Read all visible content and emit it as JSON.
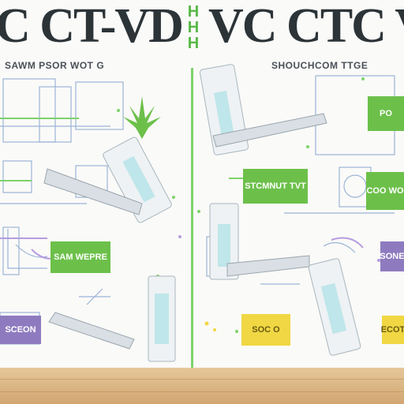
{
  "header": {
    "title_left": "C CT-VD",
    "title_right": "VC CTC V",
    "divider_mark": "H"
  },
  "subtitles": {
    "left": "SAWM PSOR WOT G",
    "right": "SHOUCHCOM TTGE"
  },
  "left_panel": {
    "tags": [
      {
        "label": "SAM WEPRE",
        "color": "green"
      },
      {
        "label": "SCEON",
        "color": "purple"
      }
    ]
  },
  "right_panel": {
    "tags": [
      {
        "label": "PO",
        "color": "green"
      },
      {
        "label": "STCMNUT TVT",
        "color": "green"
      },
      {
        "label": "COO WO",
        "color": "green"
      },
      {
        "label": "SONE",
        "color": "purple"
      },
      {
        "label": "SOC O",
        "color": "yellow"
      },
      {
        "label": "ECOT",
        "color": "yellow"
      }
    ]
  },
  "colors": {
    "accent_green": "#6cc04a",
    "accent_purple": "#8e7bbf",
    "accent_yellow": "#f0d743",
    "title": "#2c3438",
    "wood": "#d1a672"
  }
}
